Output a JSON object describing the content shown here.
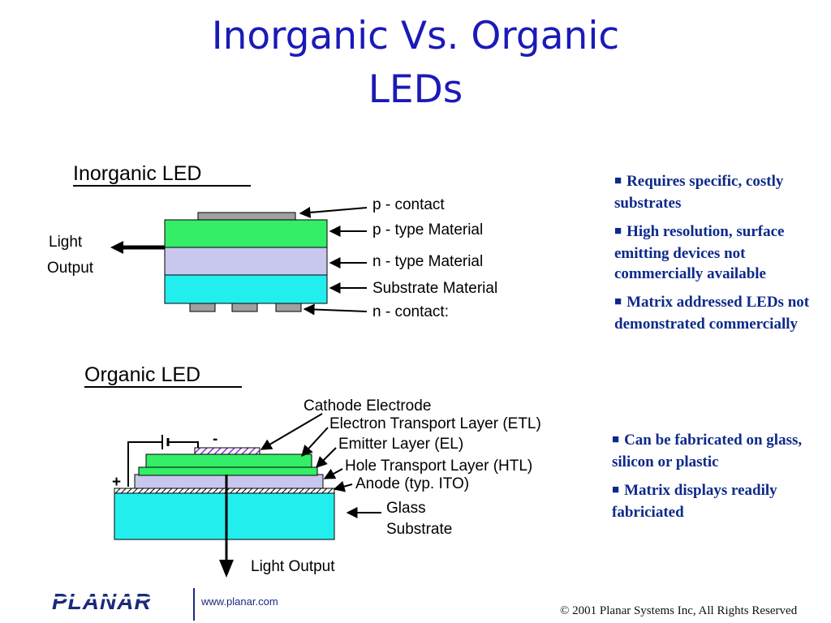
{
  "title": {
    "line1": "Inorganic Vs. Organic",
    "line2": "LEDs"
  },
  "inorganic": {
    "heading": "Inorganic LED",
    "light_output_line1": "Light",
    "light_output_line2": "Output",
    "labels": {
      "p_contact": "p - contact",
      "p_type": "p - type Material",
      "n_type": "n - type Material",
      "substrate": "Substrate Material",
      "n_contact": "n - contact:"
    },
    "colors": {
      "p_type": "#33ee66",
      "n_type": "#c8c8ee",
      "substrate": "#22eeee",
      "contact": "#a0a0a0"
    }
  },
  "organic": {
    "heading": "Organic LED",
    "labels": {
      "cathode": "Cathode Electrode",
      "etl": "Electron Transport Layer (ETL)",
      "el": "Emitter Layer (EL)",
      "htl": "Hole Transport Layer (HTL)",
      "anode": "Anode (typ. ITO)",
      "glass_line1": "Glass",
      "glass_line2": "Substrate",
      "light_output": "Light Output",
      "plus": "+",
      "minus": "-"
    },
    "colors": {
      "layers": "#33ee66",
      "htl": "#c8c8ee",
      "glass": "#22eeee",
      "cathode_hatch": "#8a2be2"
    }
  },
  "bullets_inorganic": [
    "Requires specific, costly substrates",
    "High resolution, surface emitting devices not commercially available",
    "Matrix addressed LEDs not demonstrated commercially"
  ],
  "bullets_organic": [
    "Can be fabricated on glass, silicon or plastic",
    "Matrix displays readily fabriciated"
  ],
  "footer": {
    "logo_text": "PLANAR",
    "url": "www.planar.com",
    "copyright": "© 2001 Planar Systems Inc, All Rights Reserved"
  },
  "theme": {
    "title_color": "#1a1ab8",
    "bullet_color": "#0d2a8a"
  }
}
